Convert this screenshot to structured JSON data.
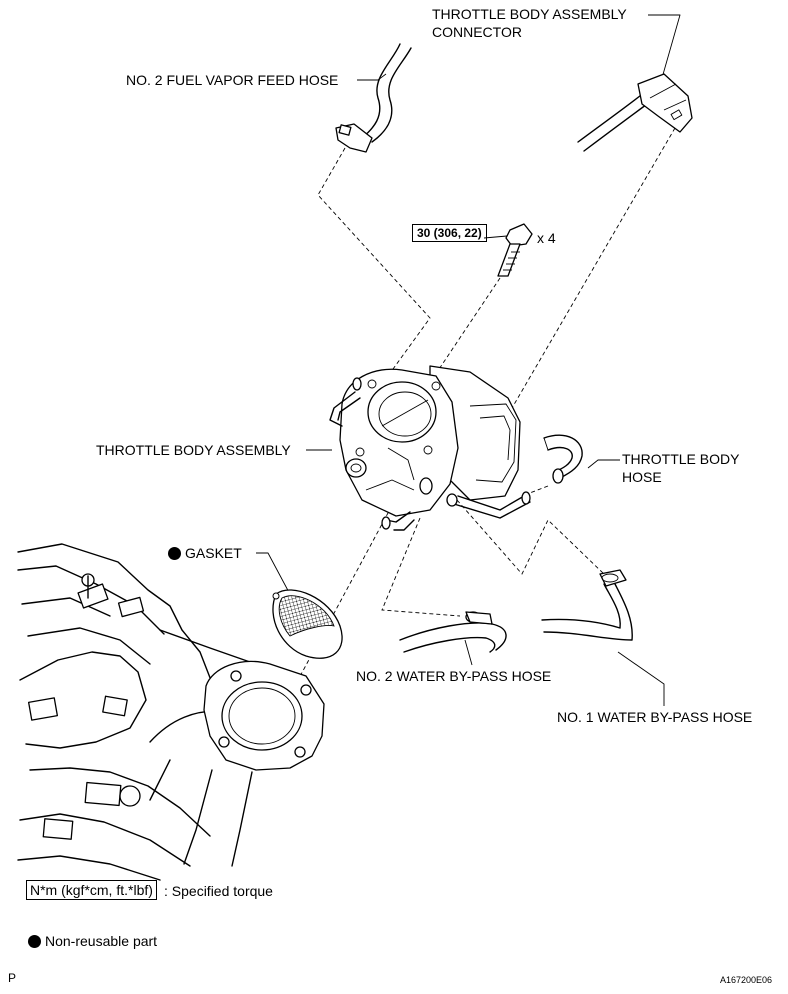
{
  "labels": {
    "fuel_vapor_hose": "NO. 2 FUEL VAPOR FEED HOSE",
    "connector_line1": "THROTTLE BODY ASSEMBLY",
    "connector_line2": "CONNECTOR",
    "torque_value": "30 (306, 22)",
    "bolt_qty": "x 4",
    "throttle_body_assembly": "THROTTLE BODY ASSEMBLY",
    "throttle_body_hose_line1": "THROTTLE BODY",
    "throttle_body_hose_line2": "HOSE",
    "gasket": "GASKET",
    "water_bypass_hose_2": "NO. 2 WATER BY-PASS HOSE",
    "water_bypass_hose_1": "NO. 1 WATER BY-PASS HOSE"
  },
  "legend": {
    "torque_unit": "N*m (kgf*cm, ft.*lbf)",
    "torque_desc": ": Specified torque",
    "non_reusable": "Non-reusable part"
  },
  "footer": {
    "corner_letter": "P",
    "figure_id": "A167200E06"
  },
  "icons": {
    "non_reusable_marker": "filled-circle"
  }
}
